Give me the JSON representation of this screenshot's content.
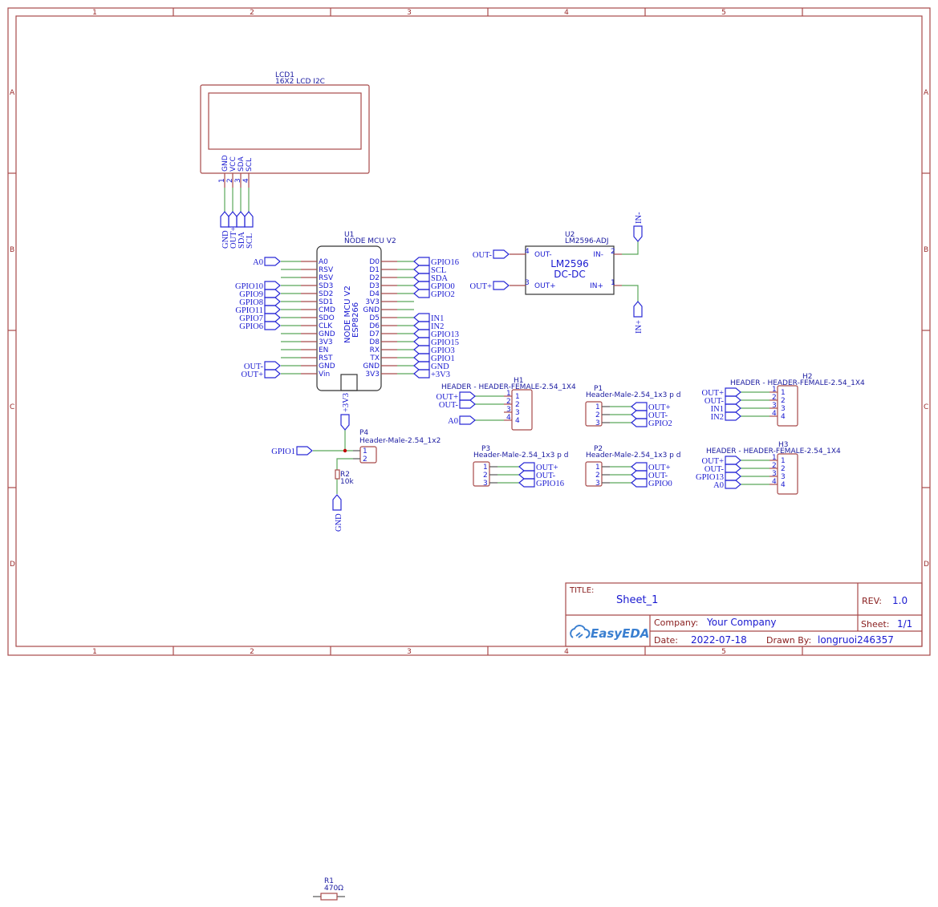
{
  "frame": {
    "columns": [
      "1",
      "2",
      "3",
      "4",
      "5"
    ],
    "rows": [
      "A",
      "B",
      "C",
      "D"
    ]
  },
  "lcd1": {
    "ref": "LCD1",
    "value": "16X2 LCD I2C",
    "pins": [
      {
        "num": "1",
        "name": "GND",
        "net": "GND"
      },
      {
        "num": "2",
        "name": "VCC",
        "net": "OUT+"
      },
      {
        "num": "3",
        "name": "SDA",
        "net": "SDA"
      },
      {
        "num": "4",
        "name": "SCL",
        "net": "SCL"
      }
    ]
  },
  "u1": {
    "ref": "U1",
    "value": "NODE MCU V2",
    "body_text_1": "NODE MCU V2",
    "body_text_2": "ESP8266",
    "left_pins": [
      {
        "name": "A0",
        "net": "A0"
      },
      {
        "name": "RSV",
        "net": ""
      },
      {
        "name": "RSV",
        "net": ""
      },
      {
        "name": "SD3",
        "net": "GPIO10"
      },
      {
        "name": "SD2",
        "net": "GPIO9"
      },
      {
        "name": "SD1",
        "net": "GPIO8"
      },
      {
        "name": "CMD",
        "net": "GPIO11"
      },
      {
        "name": "SDO",
        "net": "GPIO7"
      },
      {
        "name": "CLK",
        "net": "GPIO6"
      },
      {
        "name": "GND",
        "net": ""
      },
      {
        "name": "3V3",
        "net": ""
      },
      {
        "name": "EN",
        "net": ""
      },
      {
        "name": "RST",
        "net": ""
      },
      {
        "name": "GND",
        "net": "OUT-"
      },
      {
        "name": "Vin",
        "net": "OUT+"
      }
    ],
    "right_pins": [
      {
        "name": "D0",
        "net": "GPIO16"
      },
      {
        "name": "D1",
        "net": "SCL"
      },
      {
        "name": "D2",
        "net": "SDA"
      },
      {
        "name": "D3",
        "net": "GPIO0"
      },
      {
        "name": "D4",
        "net": "GPIO2"
      },
      {
        "name": "3V3",
        "net": ""
      },
      {
        "name": "GND",
        "net": ""
      },
      {
        "name": "D5",
        "net": "IN1"
      },
      {
        "name": "D6",
        "net": "IN2"
      },
      {
        "name": "D7",
        "net": "GPIO13"
      },
      {
        "name": "D8",
        "net": "GPIO15"
      },
      {
        "name": "RX",
        "net": "GPIO3"
      },
      {
        "name": "TX",
        "net": "GPIO1"
      },
      {
        "name": "GND",
        "net": "GND"
      },
      {
        "name": "3V3",
        "net": "+3V3"
      }
    ]
  },
  "u2": {
    "ref": "U2",
    "value": "LM2596-ADJ",
    "body_line_1": "LM2596",
    "body_line_2": "DC-DC",
    "pins": [
      {
        "num": "4",
        "name": "OUT-",
        "net": "OUT-"
      },
      {
        "num": "3",
        "name": "OUT+",
        "net": "OUT+"
      },
      {
        "num": "2",
        "name": "IN-",
        "net": "IN-"
      },
      {
        "num": "1",
        "name": "IN+",
        "net": "IN+"
      }
    ]
  },
  "p4": {
    "ref": "P4",
    "value": "Header-Male-2.54_1x2",
    "pins": [
      "1",
      "2"
    ],
    "net_left": "GPIO1",
    "net_top": "+3V3"
  },
  "r2": {
    "ref": "R2",
    "value": "10k",
    "net_bottom": "GND"
  },
  "r1": {
    "ref": "R1",
    "value": "470Ω"
  },
  "h1": {
    "ref": "H1",
    "value": "HEADER - HEADER-FEMALE-2.54_1X4",
    "pins": [
      "1",
      "2",
      "3",
      "4"
    ],
    "nets": [
      "OUT+",
      "OUT-",
      "",
      "A0"
    ]
  },
  "h2": {
    "ref": "H2",
    "value": "HEADER - HEADER-FEMALE-2.54_1X4",
    "pins": [
      "1",
      "2",
      "3",
      "4"
    ],
    "nets": [
      "OUT+",
      "OUT-",
      "IN1",
      "IN2"
    ]
  },
  "h3": {
    "ref": "H3",
    "value": "HEADER - HEADER-FEMALE-2.54_1X4",
    "pins": [
      "1",
      "2",
      "3",
      "4"
    ],
    "nets": [
      "OUT+",
      "OUT-",
      "GPIO13",
      "A0"
    ]
  },
  "p1": {
    "ref": "P1",
    "value": "Header-Male-2.54_1x3 p d",
    "pins": [
      "1",
      "2",
      "3"
    ],
    "nets": [
      "OUT+",
      "OUT-",
      "GPIO2"
    ]
  },
  "p2": {
    "ref": "P2",
    "value": "Header-Male-2.54_1x3 p d",
    "pins": [
      "1",
      "2",
      "3"
    ],
    "nets": [
      "OUT+",
      "OUT-",
      "GPIO0"
    ]
  },
  "p3": {
    "ref": "P3",
    "value": "Header-Male-2.54_1x3 p d",
    "pins": [
      "1",
      "2",
      "3"
    ],
    "nets": [
      "OUT+",
      "OUT-",
      "GPIO16"
    ]
  },
  "title_block": {
    "title_label": "TITLE:",
    "title": "Sheet_1",
    "rev_label": "REV:",
    "rev": "1.0",
    "company_label": "Company:",
    "company": "Your Company",
    "sheet_label": "Sheet:",
    "sheet": "1/1",
    "date_label": "Date:",
    "date": "2022-07-18",
    "drawn_by_label": "Drawn By:",
    "drawn_by": "longruoi246357",
    "logo_text": "EasyEDA"
  }
}
